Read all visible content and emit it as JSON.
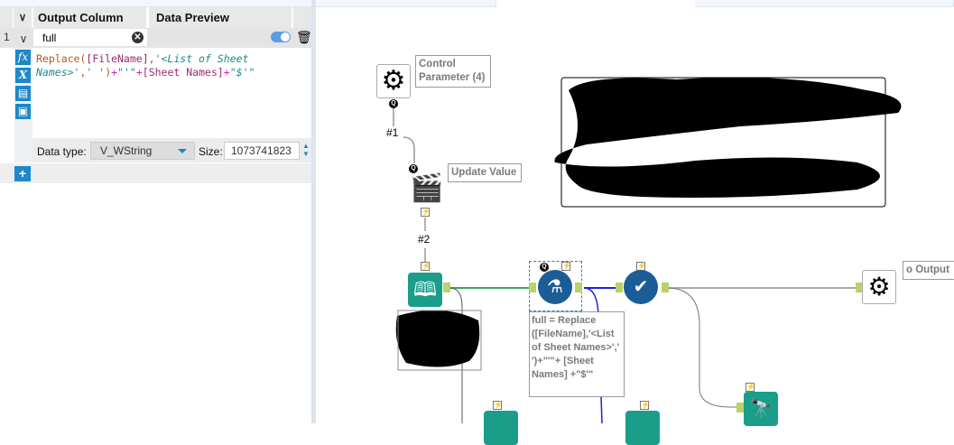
{
  "grid": {
    "headers": {
      "output_column": "Output Column",
      "data_preview": "Data Preview"
    },
    "row": {
      "number": "1",
      "name": "full",
      "expression": {
        "parts": [
          "Replace(",
          "[FileName]",
          ",",
          "'<List of Sheet Names>'",
          ",",
          "' '",
          ")",
          "+",
          "\"'\"",
          "+",
          "[Sheet Names]",
          "+",
          "\"$'\""
        ]
      },
      "data_type_label": "Data type:",
      "data_type": "V_WString",
      "size_label": "Size:",
      "size": "1073741823"
    },
    "add_label": "+",
    "side_icons": {
      "fx": "fx",
      "var": "X"
    }
  },
  "canvas": {
    "control_param_label": "Control Parameter (4)",
    "update_value_label": "Update Value",
    "conn1": "#1",
    "conn2": "#2",
    "formula_annotation": "full = Replace ([FileName],'<List of Sheet Names>',' ')+\"'\"+ [Sheet Names] +\"$'\"",
    "output_label": "o Output",
    "q_badge": "Q",
    "bolt": "⚡"
  }
}
